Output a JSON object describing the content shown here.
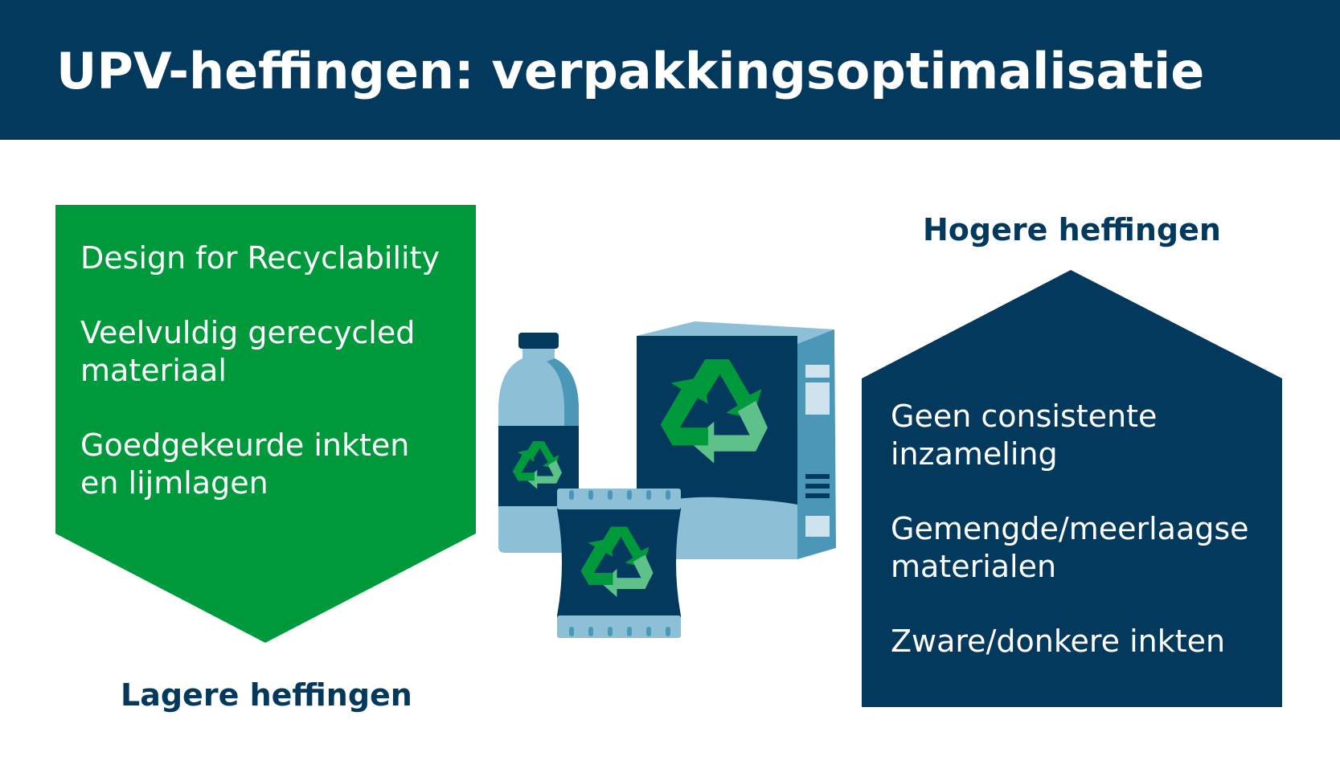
{
  "title": "UPV-heffingen: verpakkingsoptimalisatie",
  "low": {
    "caption": "Lagere heffingen",
    "items": [
      "Design for Recyclability",
      "Veelvuldig gerecycled materiaal",
      "Goedgekeurde inkten en lijmlagen"
    ]
  },
  "high": {
    "caption": "Hogere heffingen",
    "items": [
      "Geen consistente inzameling",
      "Gemengde/meerlaagse materialen",
      "Zware/donkere inkten"
    ]
  },
  "colors": {
    "navy": "#04395e",
    "green": "#009a3c",
    "light_blue": "#8dbfd6",
    "mid_blue": "#4a97b8",
    "recycle_dark": "#009a3c",
    "recycle_light": "#5ec18a"
  },
  "icons": [
    "bottle-icon",
    "box-icon",
    "pouch-icon",
    "recycle-icon"
  ]
}
